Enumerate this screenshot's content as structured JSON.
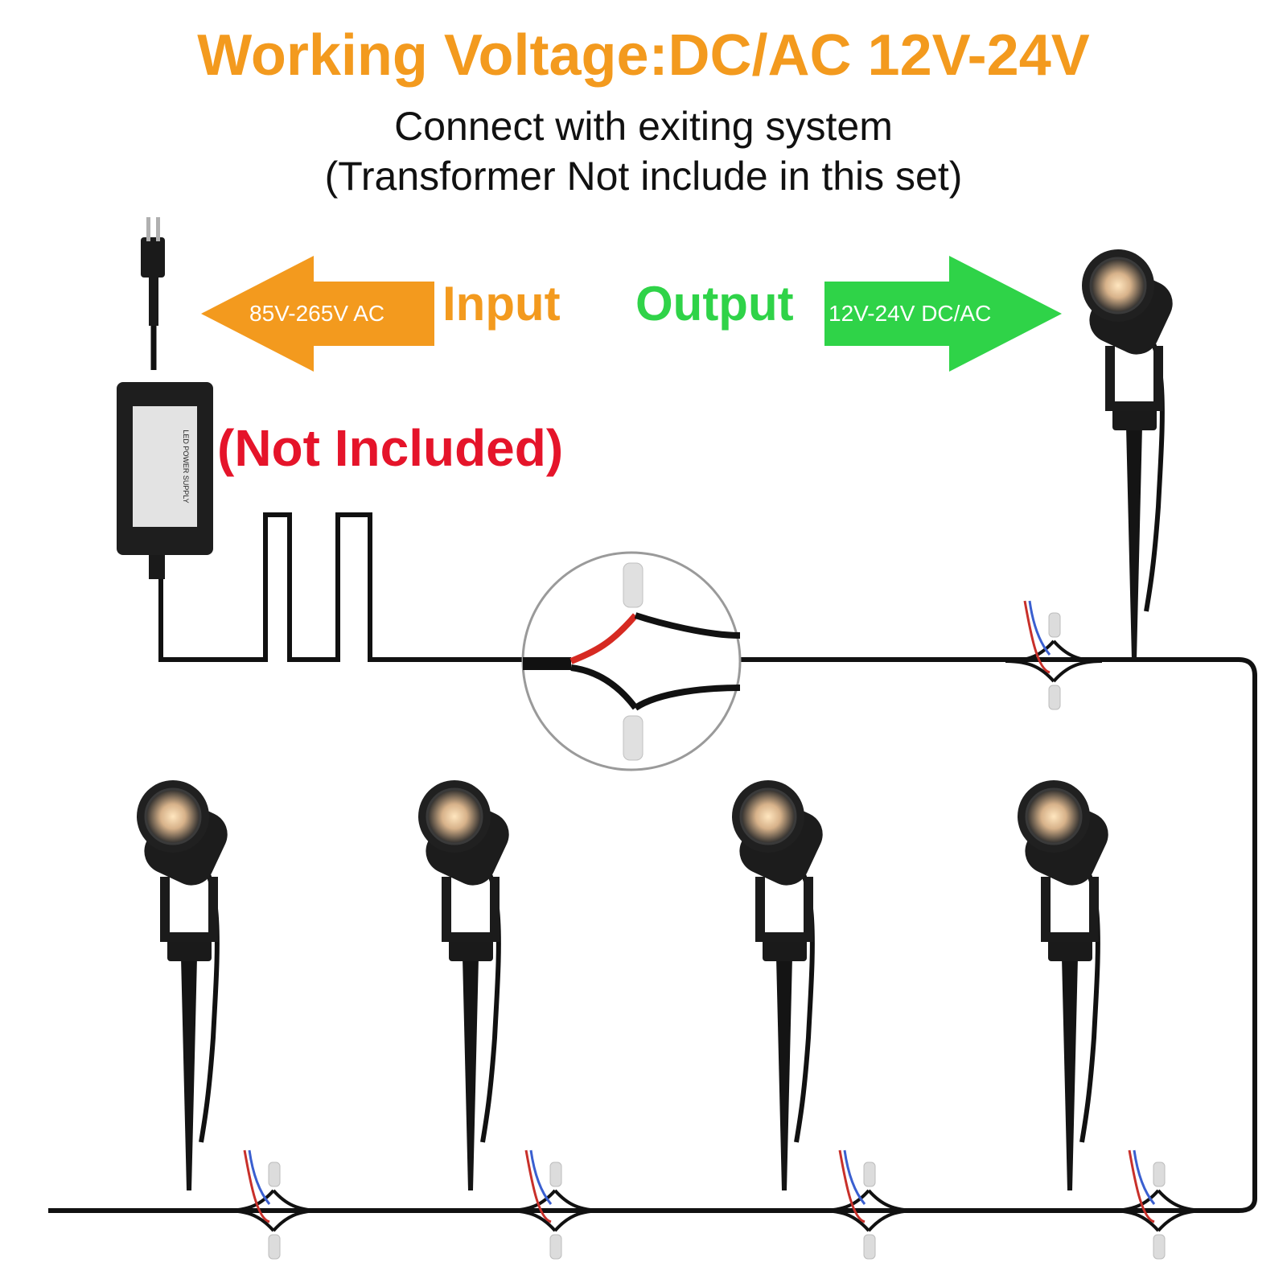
{
  "title": "Working Voltage:DC/AC 12V-24V",
  "subtitle_line1": "Connect with exiting system",
  "subtitle_line2": "(Transformer Not include in this set)",
  "transformer": {
    "not_included": "(Not Included)",
    "label": "LED POWER SUPPLY"
  },
  "input": {
    "label": "Input",
    "voltage": "85V-265V AC"
  },
  "output": {
    "label": "Output",
    "voltage": "12V-24V DC/AC"
  },
  "colors": {
    "title": "#f39a1e",
    "input_arrow": "#f39a1e",
    "output_arrow": "#2fd348",
    "not_included": "#e5142a"
  },
  "lights_count": 5
}
